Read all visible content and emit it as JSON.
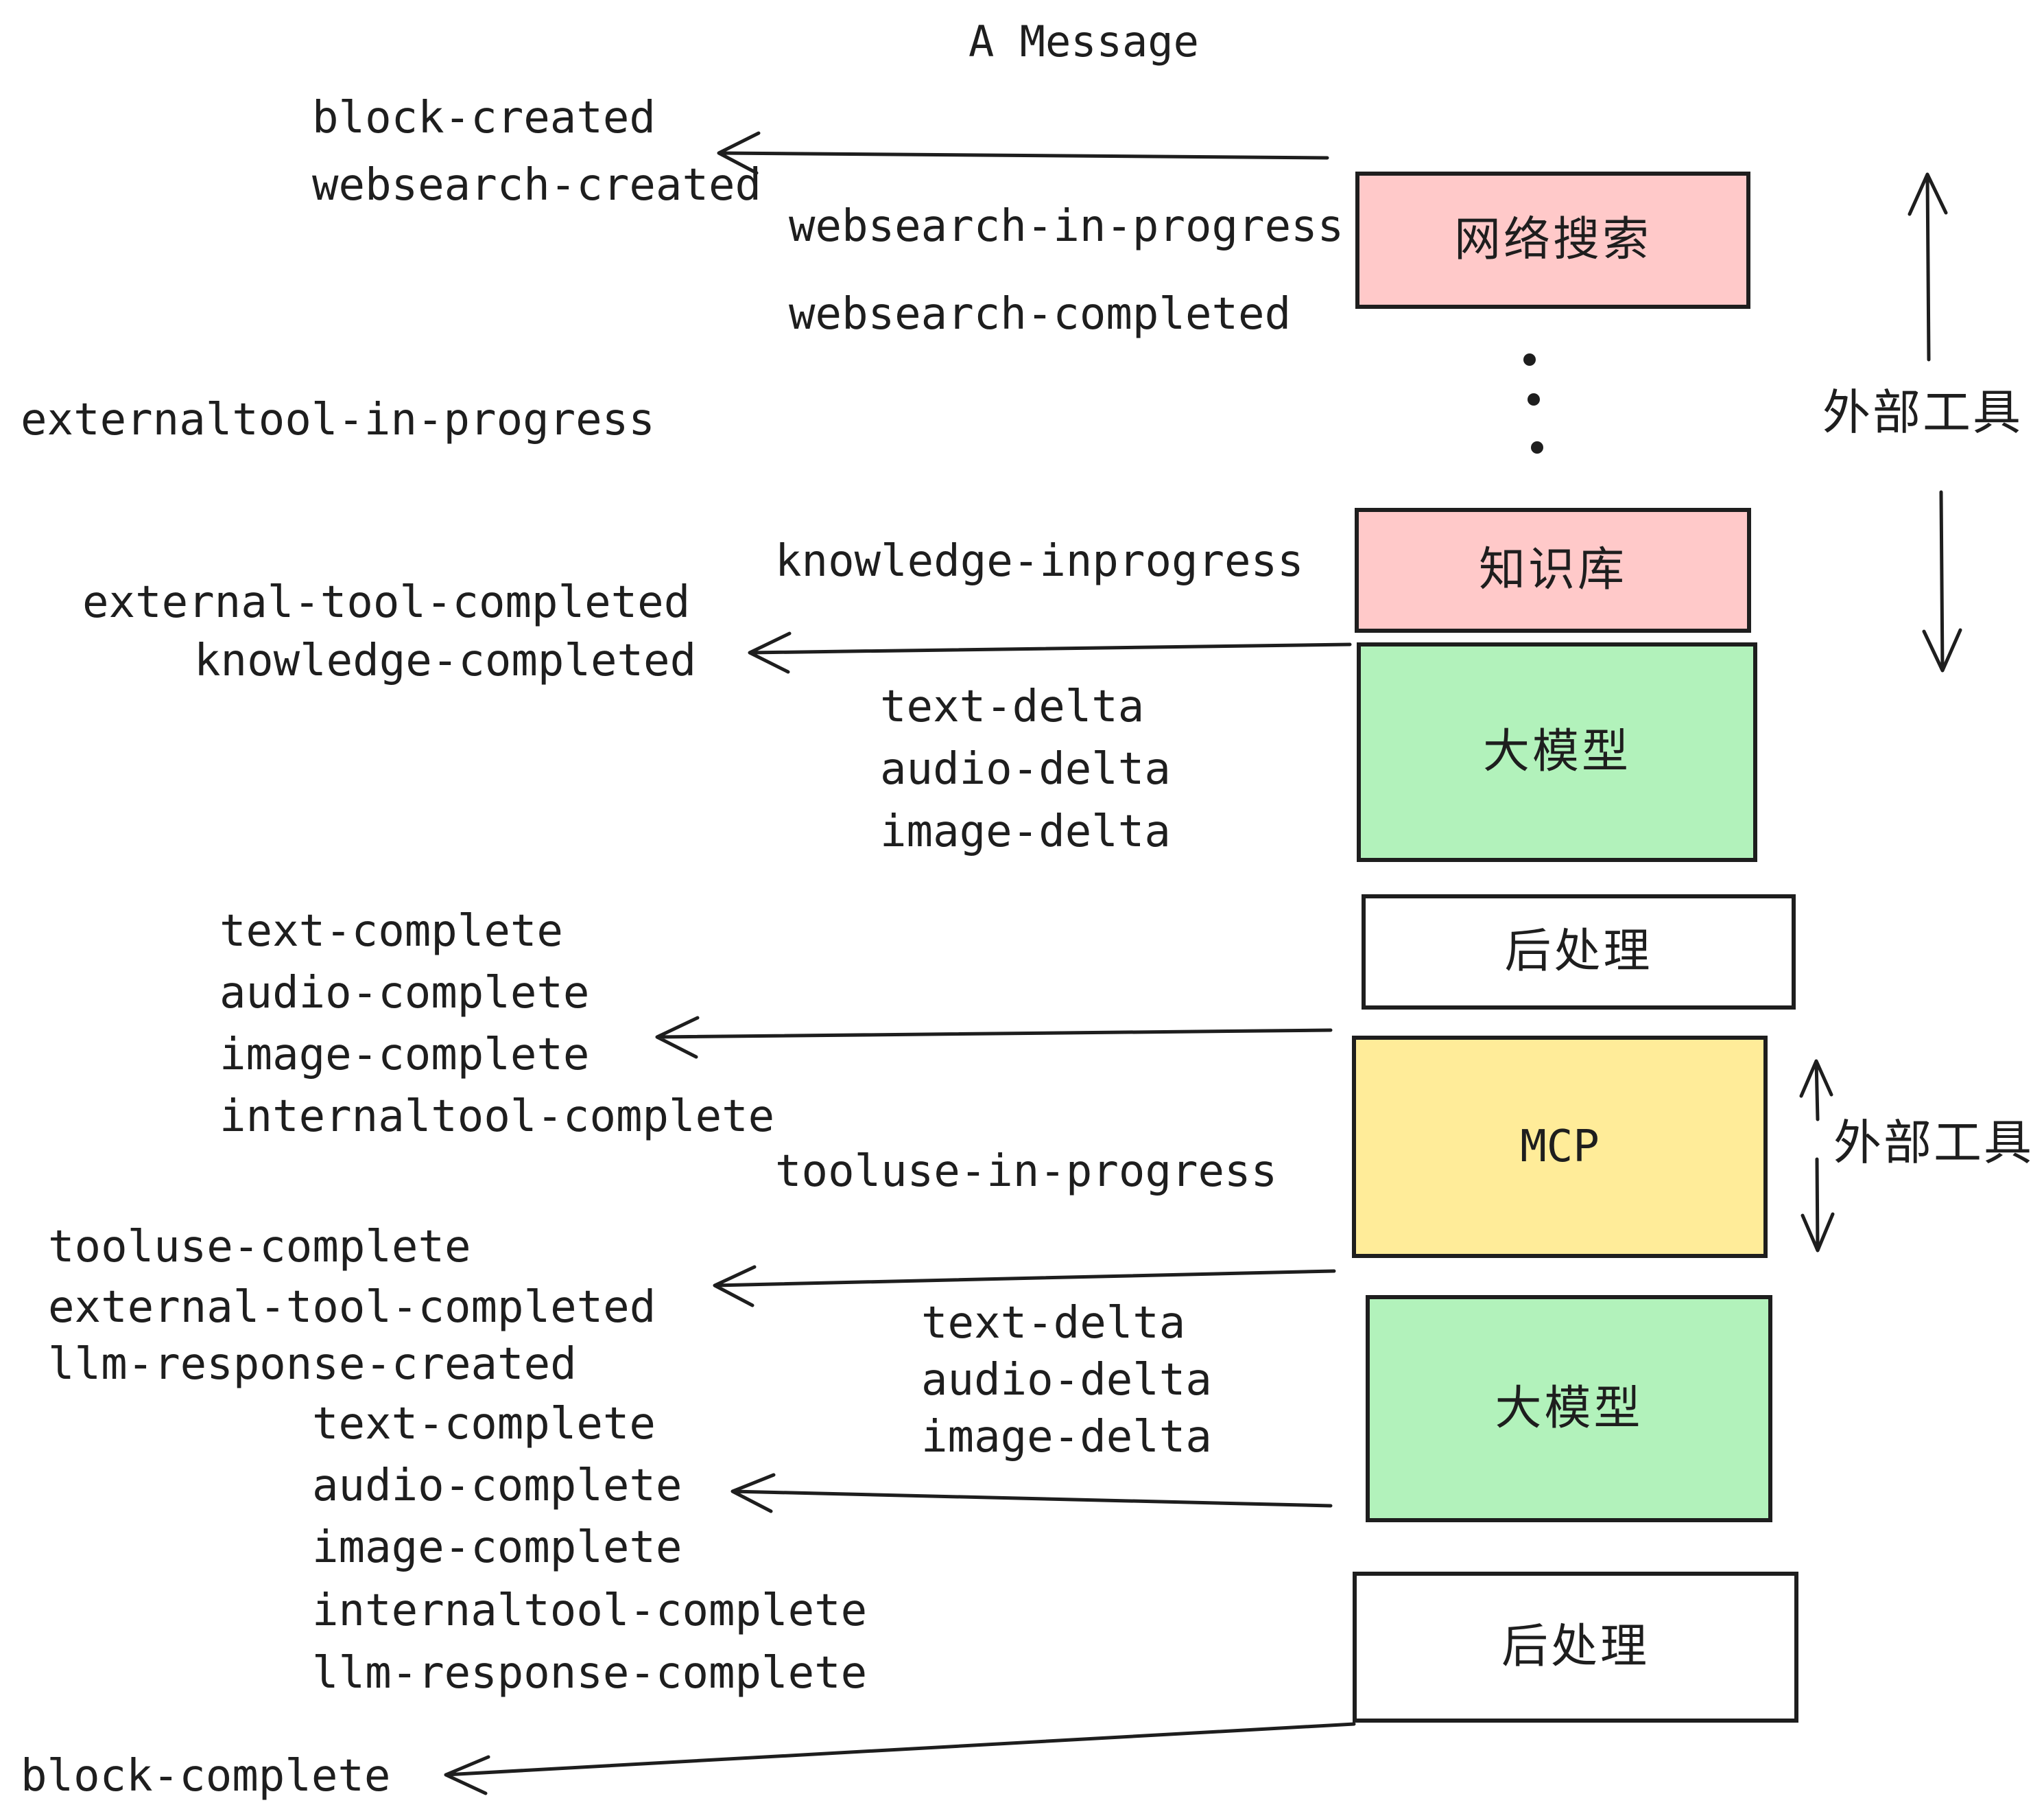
{
  "title": "A Message",
  "colors": {
    "pink": "#ffc9c9",
    "green": "#b2f2bb",
    "yellow": "#ffec99",
    "white": "#ffffff",
    "ink": "#1e1e1e"
  },
  "boxes": [
    {
      "id": "websearch",
      "label": "网络搜索",
      "color": "#ffc9c9"
    },
    {
      "id": "knowledge",
      "label": "知识库",
      "color": "#ffc9c9"
    },
    {
      "id": "llm_1",
      "label": "大模型",
      "color": "#b2f2bb"
    },
    {
      "id": "post_1",
      "label": "后处理",
      "color": "#ffffff"
    },
    {
      "id": "mcp",
      "label": "MCP",
      "color": "#ffec99"
    },
    {
      "id": "llm_2",
      "label": "大模型",
      "color": "#b2f2bb"
    },
    {
      "id": "post_2",
      "label": "后处理",
      "color": "#ffffff"
    }
  ],
  "side_labels": {
    "external_tools_top": "外部工具",
    "external_tools_mcp": "外部工具"
  },
  "events": {
    "block_created": "block-created",
    "websearch_created": "websearch-created",
    "websearch_in_progress": "websearch-in-progress",
    "websearch_completed": "websearch-completed",
    "externaltool_in_progress": "externaltool-in-progress",
    "knowledge_inprogress": "knowledge-inprogress",
    "external_tool_completed": "external-tool-completed",
    "knowledge_completed": "knowledge-completed",
    "text_delta_1": "text-delta",
    "audio_delta_1": "audio-delta",
    "image_delta_1": "image-delta",
    "text_complete_1": "text-complete",
    "audio_complete_1": "audio-complete",
    "image_complete_1": "image-complete",
    "internaltool_complete_1": "internaltool-complete",
    "tooluse_in_progress": "tooluse-in-progress",
    "tooluse_complete": "tooluse-complete",
    "external_tool_completed_2": "external-tool-completed",
    "llm_response_created": "llm-response-created",
    "text_delta_2": "text-delta",
    "audio_delta_2": "audio-delta",
    "image_delta_2": "image-delta",
    "text_complete_2": "text-complete",
    "audio_complete_2": "audio-complete",
    "image_complete_2": "image-complete",
    "internaltool_complete_2": "internaltool-complete",
    "llm_response_complete": "llm-response-complete",
    "block_complete": "block-complete"
  }
}
